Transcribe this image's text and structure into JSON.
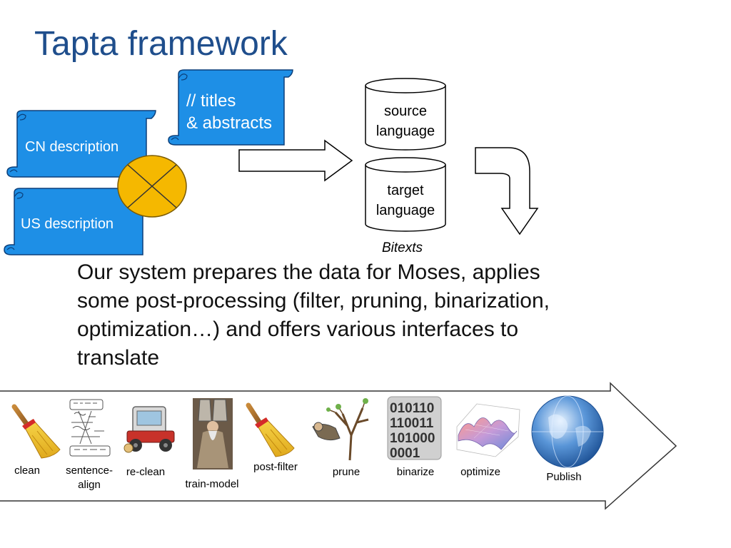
{
  "slide": {
    "title": "Tapta framework",
    "description": "Our system prepares the data for Moses, applies some post-processing (filter, pruning, binarization, optimization…) and offers various interfaces to translate"
  },
  "inputs": {
    "titles_line1": "// titles",
    "titles_line2": "& abstracts",
    "cn": "CN description",
    "us": "US description"
  },
  "bitexts": {
    "source_line1": "source",
    "source_line2": "language",
    "target_line1": "target",
    "target_line2": "language",
    "caption": "Bitexts"
  },
  "pipeline": {
    "steps": [
      {
        "label": "clean",
        "icon": "broom-icon"
      },
      {
        "label": "sentence-",
        "label2": "align",
        "icon": "sentence-align-icon"
      },
      {
        "label": "re-clean",
        "icon": "street-sweeper-icon"
      },
      {
        "label": "train-model",
        "icon": "moses-tablets-icon"
      },
      {
        "label": "post-filter",
        "icon": "broom-icon"
      },
      {
        "label": "prune",
        "icon": "pruning-tree-icon"
      },
      {
        "label": "binarize",
        "icon": "binary-digits-icon"
      },
      {
        "label": "optimize",
        "icon": "surface-plot-icon"
      },
      {
        "label": "Publish",
        "icon": "globe-icon"
      }
    ],
    "binary_rows": [
      "010110",
      "110011",
      "101000",
      "0001"
    ]
  },
  "colors": {
    "title": "#1f4e8c",
    "scroll_fill": "#1e8fe6",
    "merge_circle": "#f5b800",
    "arrow_outline": "#000000"
  }
}
